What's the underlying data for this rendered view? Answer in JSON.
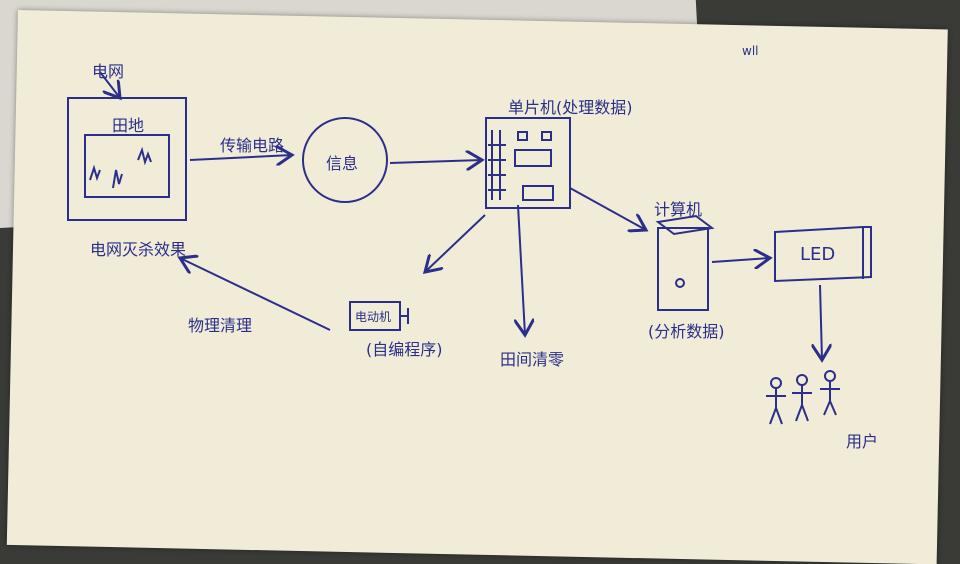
{
  "labels": {
    "grid": "电网",
    "field": "田地",
    "transmission": "传输电路",
    "info": "信息",
    "mcu": "单片机(处理数据)",
    "computer": "计算机",
    "analyze": "(分析数据)",
    "led": "LED",
    "users": "用户",
    "grid_kill": "电网灭杀效果",
    "physical_clean": "物理清理",
    "motor": "电动机",
    "self_program": "(自编程序)",
    "field_clear": "田间清零",
    "initials": "wll"
  },
  "colors": {
    "ink": "#2b2f8a",
    "paper": "#f1ecd8"
  }
}
